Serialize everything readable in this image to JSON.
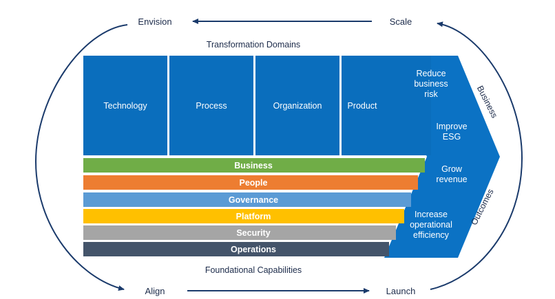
{
  "cycle": {
    "envision": "Envision",
    "scale": "Scale",
    "align": "Align",
    "launch": "Launch"
  },
  "domains_title": "Transformation Domains",
  "capabilities_title": "Foundational Capabilities",
  "domains": [
    "Technology",
    "Process",
    "Organization",
    "Product"
  ],
  "capabilities": [
    {
      "label": "Business",
      "color": "#70ad47"
    },
    {
      "label": "People",
      "color": "#ed7d31"
    },
    {
      "label": "Governance",
      "color": "#5b9bd5"
    },
    {
      "label": "Platform",
      "color": "#ffc000"
    },
    {
      "label": "Security",
      "color": "#a5a5a5"
    },
    {
      "label": "Operations",
      "color": "#44546a"
    }
  ],
  "outcomes": [
    {
      "lines": [
        "Reduce",
        "business",
        "risk"
      ]
    },
    {
      "lines": [
        "Improve",
        "ESG"
      ]
    },
    {
      "lines": [
        "Grow",
        "revenue"
      ]
    },
    {
      "lines": [
        "Increase",
        "operational",
        "efficiency"
      ]
    }
  ],
  "outcomes_side_label": {
    "business": "Business",
    "outcomes": "Outcomes"
  },
  "colors": {
    "domain_blue": "#0a6ebd",
    "arrow_blue": "#0b72c4",
    "arrow_dark": "#1a3a6b",
    "text_dark": "#1c2b4a",
    "white": "#ffffff"
  }
}
